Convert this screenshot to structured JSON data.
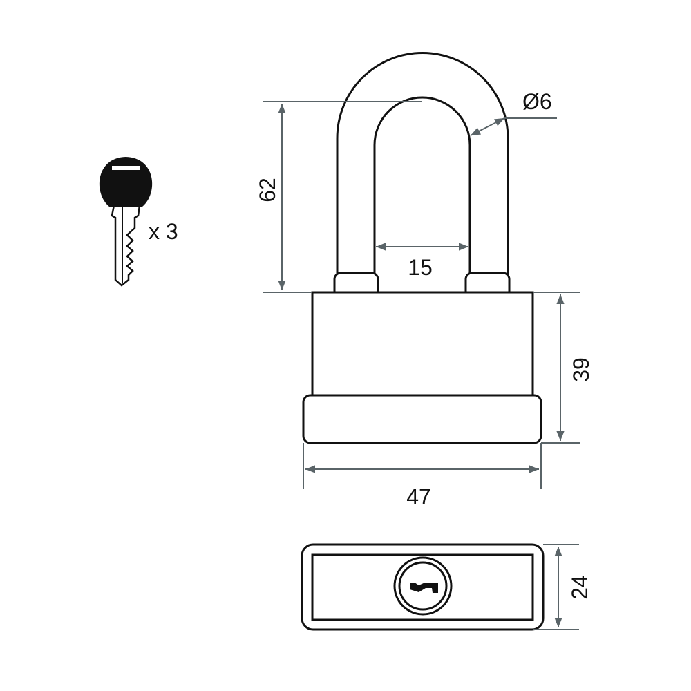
{
  "diagram": {
    "key_count_label": "x 3",
    "dimensions": {
      "shackle_height": "62",
      "shackle_diameter": "Ø6",
      "shackle_inner_width": "15",
      "body_height": "39",
      "body_width": "47",
      "body_depth": "24"
    },
    "colors": {
      "outline": "#111111",
      "dimension": "#5a6468"
    }
  }
}
